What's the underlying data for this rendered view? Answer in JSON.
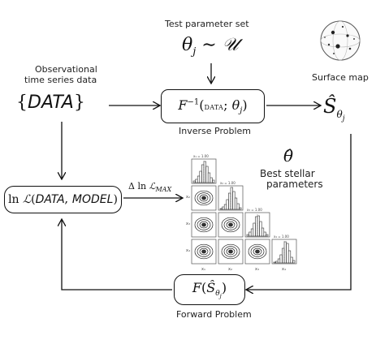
{
  "test_param": {
    "title": "Test parameter set",
    "formula": "θj ∼ U"
  },
  "observational": {
    "line1": "Observational",
    "line2": "time series data",
    "data_symbol": "{DATA}"
  },
  "inverse": {
    "formula": "F⁻¹(DATA; θj)",
    "caption": "Inverse Problem"
  },
  "surface": {
    "caption": "Surface map",
    "symbol": "Ŝθj"
  },
  "likelihood": {
    "formula": "ln L(DATA, MODEL)",
    "delta_label": "Δ ln L_MAX"
  },
  "best": {
    "symbol": "θ̂",
    "line1": "Best stellar",
    "line2": "parameters"
  },
  "forward": {
    "formula": "F(Ŝθj)",
    "caption": "Forward Problem"
  },
  "corner_plot": {
    "panel_titles": [
      "x₁ = 1.00",
      "x₂ = 1.00",
      "x₃ = 1.00",
      "x₄ = 1.00"
    ],
    "axis_labels": [
      "x₁",
      "x₂",
      "x₃",
      "x₄"
    ]
  }
}
